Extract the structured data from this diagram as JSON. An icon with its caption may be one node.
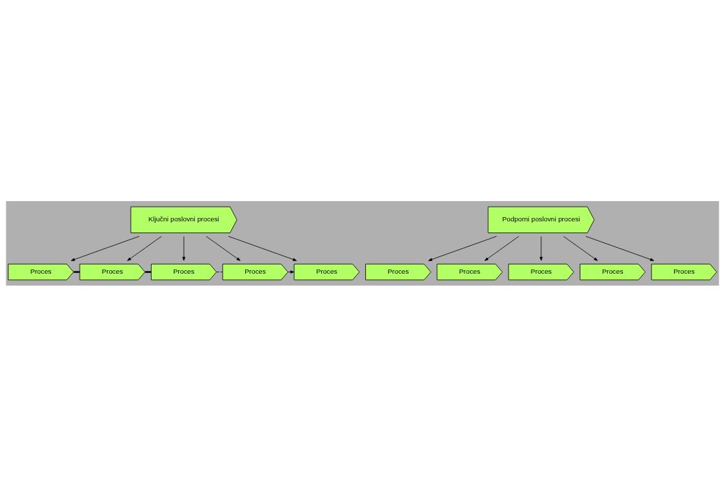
{
  "diagram": {
    "nodes": [
      {
        "text": [
          "Ključni poslovni procesi"
        ]
      },
      {
        "text": [
          "Proces"
        ]
      },
      {
        "text": [
          "Proces"
        ]
      },
      {
        "text": [
          "Proces"
        ]
      },
      {
        "text": [
          "Proces"
        ]
      },
      {
        "text": [
          "Proces"
        ]
      },
      {
        "text": [
          "Podporni poslovni procesi"
        ]
      },
      {
        "text": [
          "Proces"
        ]
      },
      {
        "text": [
          "Proces"
        ]
      },
      {
        "text": [
          "Proces"
        ]
      },
      {
        "text": [
          "Proces"
        ]
      },
      {
        "text": [
          "Proces"
        ]
      }
    ],
    "edges": [
      {
        "from": 0,
        "to": 1,
        "arrow": "to"
      },
      {
        "from": 0,
        "to": 2,
        "arrow": "to"
      },
      {
        "from": 0,
        "to": 3,
        "arrow": "to"
      },
      {
        "from": 0,
        "to": 4,
        "arrow": "to"
      },
      {
        "from": 0,
        "to": 5,
        "arrow": "to"
      },
      {
        "from": 1,
        "to": 2,
        "arrow": "none",
        "style": "thick"
      },
      {
        "from": 2,
        "to": 3,
        "arrow": "none",
        "style": "thick"
      },
      {
        "from": 3,
        "to": 4,
        "arrow": "none",
        "style": "dashed"
      },
      {
        "from": 4,
        "to": 5,
        "arrow": "to",
        "style": "dashed"
      },
      {
        "from": 6,
        "to": 7,
        "arrow": "to"
      },
      {
        "from": 6,
        "to": 8,
        "arrow": "to"
      },
      {
        "from": 6,
        "to": 9,
        "arrow": "to"
      },
      {
        "from": 6,
        "to": 10,
        "arrow": "to"
      },
      {
        "from": 6,
        "to": 11,
        "arrow": "to"
      }
    ]
  }
}
